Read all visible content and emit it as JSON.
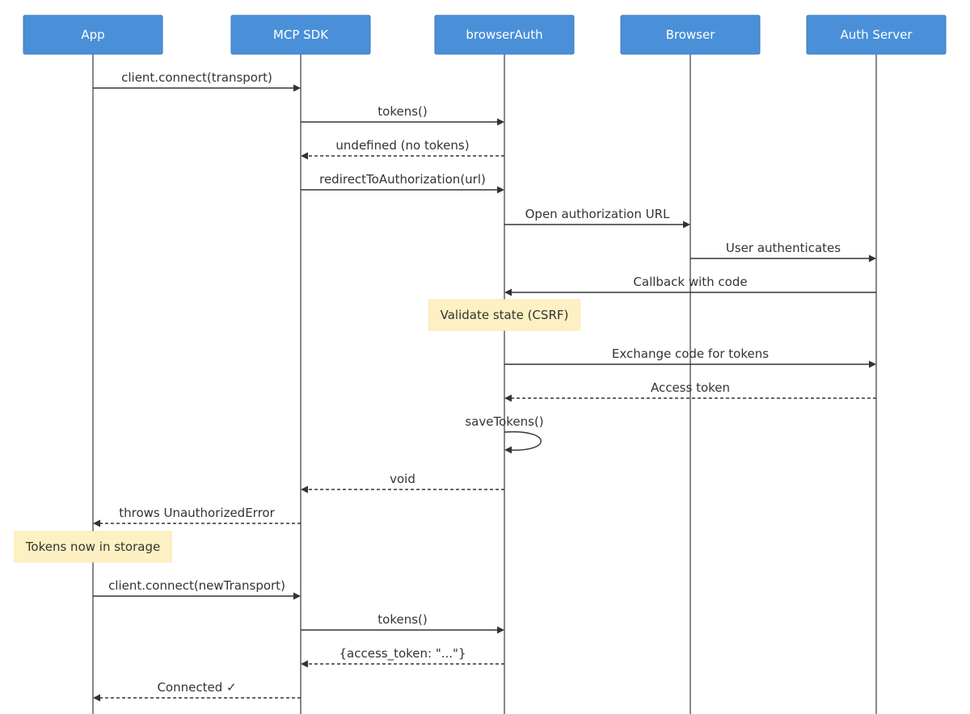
{
  "actors": [
    {
      "id": "app",
      "label": "App"
    },
    {
      "id": "sdk",
      "label": "MCP SDK"
    },
    {
      "id": "auth",
      "label": "browserAuth"
    },
    {
      "id": "browser",
      "label": "Browser"
    },
    {
      "id": "server",
      "label": "Auth Server"
    }
  ],
  "steps": [
    {
      "kind": "message",
      "from": "app",
      "to": "sdk",
      "style": "solid",
      "label": "client.connect(transport)"
    },
    {
      "kind": "message",
      "from": "sdk",
      "to": "auth",
      "style": "solid",
      "label": "tokens()"
    },
    {
      "kind": "message",
      "from": "auth",
      "to": "sdk",
      "style": "dashed",
      "label": "undefined (no tokens)"
    },
    {
      "kind": "message",
      "from": "sdk",
      "to": "auth",
      "style": "solid",
      "label": "redirectToAuthorization(url)"
    },
    {
      "kind": "message",
      "from": "auth",
      "to": "browser",
      "style": "solid",
      "label": "Open authorization URL"
    },
    {
      "kind": "message",
      "from": "browser",
      "to": "server",
      "style": "solid",
      "label": "User authenticates"
    },
    {
      "kind": "message",
      "from": "server",
      "to": "auth",
      "style": "solid",
      "label": "Callback with code"
    },
    {
      "kind": "note",
      "over": "auth",
      "label": "Validate state (CSRF)"
    },
    {
      "kind": "message",
      "from": "auth",
      "to": "server",
      "style": "solid",
      "label": "Exchange code for tokens"
    },
    {
      "kind": "message",
      "from": "server",
      "to": "auth",
      "style": "dashed",
      "label": "Access token"
    },
    {
      "kind": "self",
      "from": "auth",
      "to": "auth",
      "style": "solid",
      "label": "saveTokens()"
    },
    {
      "kind": "message",
      "from": "auth",
      "to": "sdk",
      "style": "dashed",
      "label": "void"
    },
    {
      "kind": "message",
      "from": "sdk",
      "to": "app",
      "style": "dashed",
      "label": "throws UnauthorizedError"
    },
    {
      "kind": "note",
      "over": "app",
      "label": "Tokens now in storage"
    },
    {
      "kind": "message",
      "from": "app",
      "to": "sdk",
      "style": "solid",
      "label": "client.connect(newTransport)"
    },
    {
      "kind": "message",
      "from": "sdk",
      "to": "auth",
      "style": "solid",
      "label": "tokens()"
    },
    {
      "kind": "message",
      "from": "auth",
      "to": "sdk",
      "style": "dashed",
      "label": "{access_token: \"...\"}"
    },
    {
      "kind": "message",
      "from": "sdk",
      "to": "app",
      "style": "dashed",
      "label": "Connected ✓"
    }
  ],
  "colors": {
    "actor_fill": "#4a90d9",
    "note_fill": "#fdf0c2",
    "line": "#333333",
    "lifeline": "#2f3b4c"
  }
}
